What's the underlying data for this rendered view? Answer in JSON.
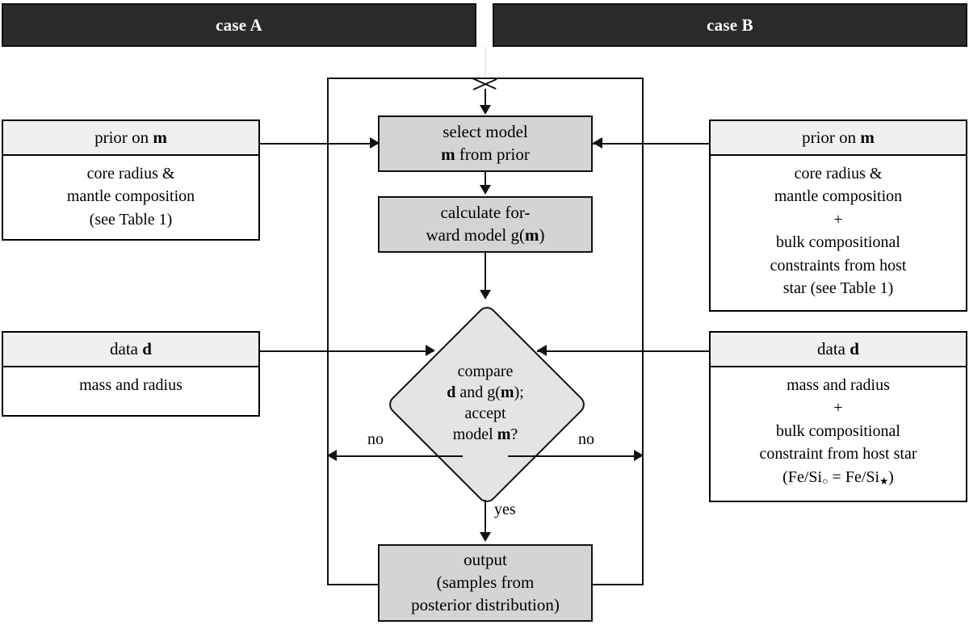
{
  "headers": {
    "case_a": "case A",
    "case_b": "case B"
  },
  "panels": {
    "prior_a": {
      "title_prefix": "prior on ",
      "title_symbol": "m",
      "body_lines": [
        "core radius &",
        "mantle composition",
        "(see Table 1)"
      ]
    },
    "prior_b": {
      "title_prefix": "prior on ",
      "title_symbol": "m",
      "body_lines": [
        "core radius &",
        "mantle composition",
        "+",
        "bulk compositional",
        "constraints from host",
        "star (see Table 1)"
      ]
    },
    "data_a": {
      "title_prefix": "data ",
      "title_symbol": "d",
      "body_lines": [
        "mass and radius"
      ]
    },
    "data_b": {
      "title_prefix": "data ",
      "title_symbol": "d",
      "body_lines": [
        "mass and radius",
        "+",
        "bulk compositional",
        "constraint from host star"
      ],
      "formula": {
        "open": "(Fe/Si",
        "sub_planet": "○",
        "equals": " = Fe/Si",
        "sub_star": "★",
        "close": ")"
      }
    }
  },
  "flow": {
    "select_model": {
      "line1": "select model",
      "line2_symbol": "m",
      "line2_rest": " from prior"
    },
    "forward_model": {
      "line1": "calculate for-",
      "line2_prefix": "ward model g(",
      "line2_symbol": "m",
      "line2_suffix": ")"
    },
    "decision": {
      "line1": "compare",
      "line2_symbol_a": "d",
      "line2_mid": " and g(",
      "line2_symbol_b": "m",
      "line2_end": ");",
      "line3": "accept",
      "line4_prefix": "model ",
      "line4_symbol": "m",
      "line4_suffix": "?"
    },
    "output": {
      "line1": "output",
      "line2": "(samples from",
      "line3": "posterior distribution)"
    }
  },
  "edge_labels": {
    "no_left": "no",
    "no_right": "no",
    "yes": "yes"
  },
  "colors": {
    "header_bar": "#2b2b2b",
    "process_fill": "#d4d4d4",
    "decision_fill": "#e4e4e4",
    "panel_title_fill": "#f0f0f0",
    "stroke": "#111111"
  }
}
